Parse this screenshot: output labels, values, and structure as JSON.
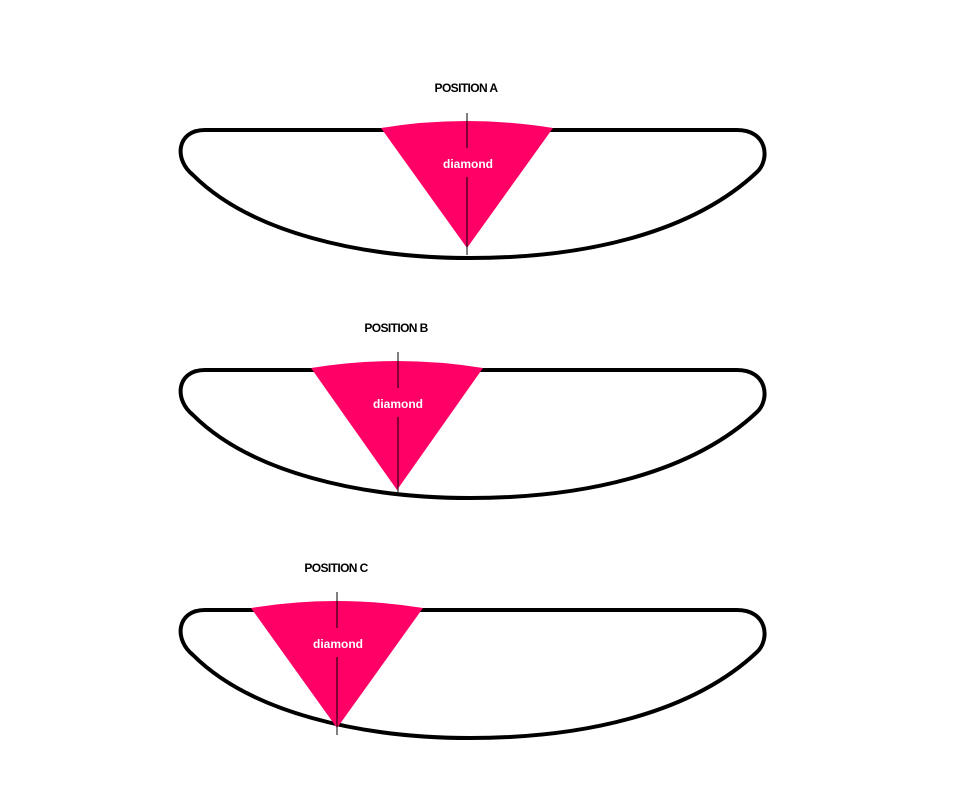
{
  "diagram": {
    "accent_color": "#ff0066",
    "outline_color": "#000000",
    "label_color": "#ffffff",
    "positions": [
      {
        "title": "POSITION A",
        "diamond_label": "diamond"
      },
      {
        "title": "POSITION B",
        "diamond_label": "diamond"
      },
      {
        "title": "POSITION C",
        "diamond_label": "diamond"
      }
    ]
  }
}
